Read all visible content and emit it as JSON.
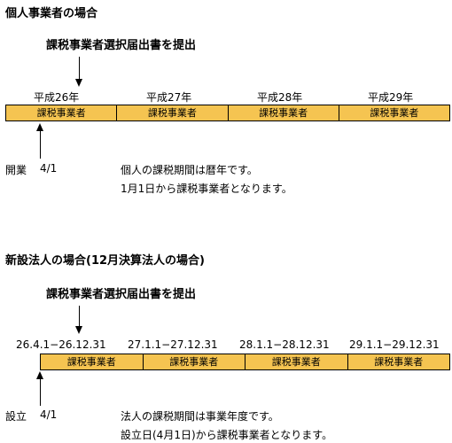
{
  "section1": {
    "title": "個人事業者の場合",
    "election": "課税事業者選択届出書を提出",
    "years": [
      "平成26年",
      "平成27年",
      "平成28年",
      "平成29年"
    ],
    "bar_labels": [
      "課税事業者",
      "課税事業者",
      "課税事業者",
      "課税事業者"
    ],
    "start_label": "開業",
    "start_date": "4/1",
    "note_line1": "個人の課税期間は暦年です。",
    "note_line2": "1月1日から課税事業者となります。"
  },
  "section2": {
    "title": "新設法人の場合(12月決算法人の場合)",
    "election": "課税事業者選択届出書を提出",
    "periods": [
      "26.4.1−26.12.31",
      "27.1.1−27.12.31",
      "28.1.1−28.12.31",
      "29.1.1−29.12.31"
    ],
    "bar_labels": [
      "課税事業者",
      "課税事業者",
      "課税事業者",
      "課税事業者"
    ],
    "start_label": "設立",
    "start_date": "4/1",
    "note_line1": "法人の課税期間は事業年度です。",
    "note_line2": "設立日(4月1日)から課税事業者となります。"
  }
}
